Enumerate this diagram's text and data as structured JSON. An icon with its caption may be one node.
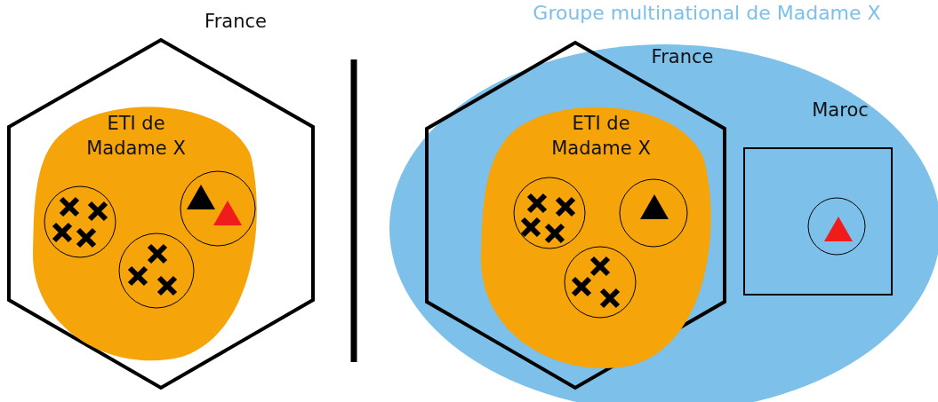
{
  "diagram": {
    "nodes": [
      {
        "text": [
          "France"
        ]
      },
      {
        "text": [
          "ETI de Madame X"
        ],
        "in": 0
      },
      {
        "text": [],
        "shape": "circle",
        "in": 1
      },
      {
        "text": [],
        "shape": "circle",
        "in": 1
      },
      {
        "text": [],
        "shape": "circle",
        "in": 1
      },
      {
        "text": [
          "Groupe multinational de Madame X"
        ]
      },
      {
        "text": [
          "France"
        ],
        "in": 5
      },
      {
        "text": [
          "ETI de Madame X"
        ],
        "in": 6
      },
      {
        "text": [],
        "shape": "circle",
        "in": 7
      },
      {
        "text": [],
        "shape": "circle",
        "in": 7
      },
      {
        "text": [],
        "shape": "circle",
        "in": 7
      },
      {
        "text": [
          "Maroc"
        ],
        "in": 5
      },
      {
        "text": [],
        "shape": "circle",
        "in": 11
      }
    ],
    "edges": []
  }
}
